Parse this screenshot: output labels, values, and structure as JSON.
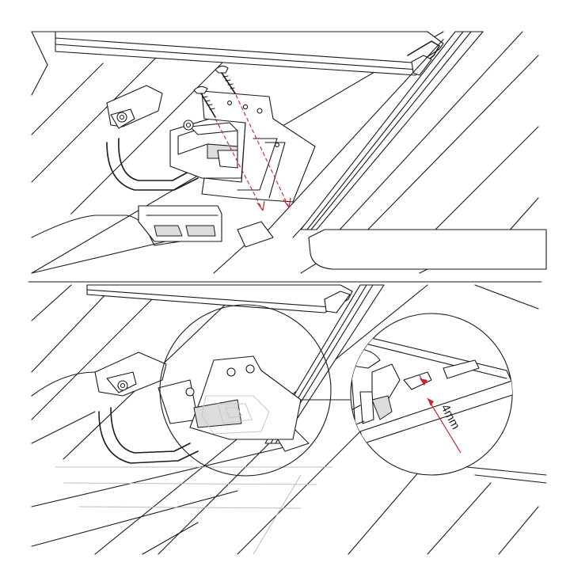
{
  "figure": {
    "panels": [
      "top-assembly-view",
      "bottom-installed-view"
    ],
    "detail_callout": {
      "dimension_label": "4mm"
    },
    "colors": {
      "line": "#1a1a1a",
      "annotation": "#d0202a",
      "background": "#ffffff",
      "ghost": "#c8c8c8"
    },
    "icons": [
      "screw-icon",
      "roof-hook-icon",
      "mounting-rail-icon",
      "magnifier-circle-icon",
      "dimension-arrow-icon"
    ]
  }
}
